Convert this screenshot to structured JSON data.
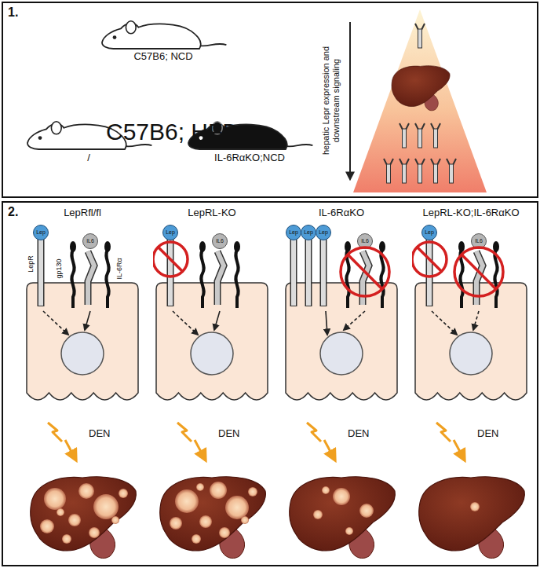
{
  "diagram": {
    "nodes": [
      {
        "text": [
          "1."
        ]
      },
      {
        "text": [
          "2."
        ]
      },
      {
        "text": [
          "LepRfl/fl"
        ],
        "in": 1
      },
      {
        "text": [
          "LepRL-KO"
        ],
        "in": 1
      },
      {
        "text": [
          "IL-6RαKO"
        ],
        "in": 1
      },
      {
        "text": [
          "LepRL-KO;IL-6RαKO"
        ],
        "in": 1
      }
    ],
    "labels": [
      "C57B6; NCD",
      "C57B6; HFD",
      "/",
      "IL-6RαKO;NCD",
      "hepatic Lepr expression and downstream signaling",
      "LepR",
      "gp130",
      "IL-6Rα",
      "Lep",
      "Lep",
      "Lep",
      "Lep",
      "Lep",
      "Lep",
      "IL6",
      "IL6",
      "IL6",
      "IL6",
      "DEN",
      "DEN",
      "DEN",
      "DEN"
    ]
  }
}
